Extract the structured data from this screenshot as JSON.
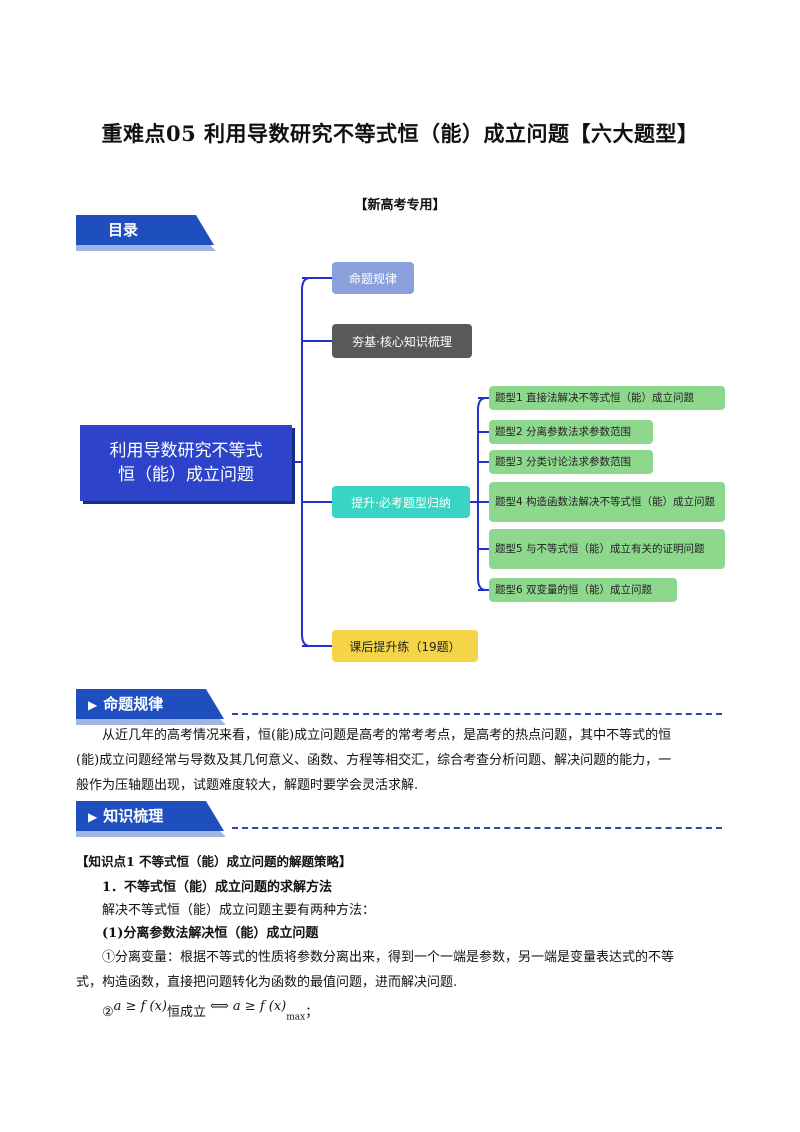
{
  "doc": {
    "title": "重难点05  利用导数研究不等式恒（能）成立问题【六大题型】",
    "subtitle": "【新高考专用】"
  },
  "toc": {
    "header": "目录",
    "root": "利用导数研究不等式恒（能）成立问题",
    "root_line1": "利用导数研究不等式",
    "root_line2": "恒（能）成立问题",
    "branches": [
      {
        "label": "命题规律",
        "color": "#8aa0dc"
      },
      {
        "label": "夯基·核心知识梳理",
        "color": "#595959"
      },
      {
        "label": "提升·必考题型归纳",
        "color": "#39d4c4"
      },
      {
        "label": "课后提升练（19题）",
        "color": "#f5d547"
      }
    ],
    "types": [
      "题型1 直接法解决不等式恒（能）成立问题",
      "题型2 分离参数法求参数范围",
      "题型3 分类讨论法求参数范围",
      "题型4 构造函数法解决不等式恒（能）成立问题",
      "题型5 与不等式恒（能）成立有关的证明问题",
      "题型6 双变量的恒（能）成立问题"
    ],
    "type_color": "#8ed88e",
    "line_color": "#2233c8"
  },
  "section1": {
    "header": "命题规律",
    "text1": "从近几年的高考情况来看，恒(能)成立问题是高考的常考考点，是高考的热点问题，其中不等式的恒",
    "text2": "(能)成立问题经常与导数及其几何意义、函数、方程等相交汇，综合考查分析问题、解决问题的能力，一",
    "text3": "般作为压轴题出现，试题难度较大，解题时要学会灵活求解."
  },
  "section2": {
    "header": "知识梳理",
    "kp_title": "【知识点1   不等式恒（能）成立问题的解题策略】",
    "h1": "1．不等式恒（能）成立问题的求解方法",
    "p1": "解决不等式恒（能）成立问题主要有两种方法：",
    "h2": "(1)分离参数法解决恒（能）成立问题",
    "p2a": "①分离变量：根据不等式的性质将参数分离出来，得到一个一端是参数，另一端是变量表达式的不等",
    "p2b": "式，构造函数，直接把问题转化为函数的最值问题，进而解决问题.",
    "p3_num": "②",
    "p3_lhs": "a ≥ f (x)",
    "p3_mid": "恒成立",
    "p3_arrow": "⟺",
    "p3_rhs": "a ≥ f (x)",
    "p3_sub": "max",
    "p3_end": "；"
  },
  "colors": {
    "header_blue": "#1f4fbf",
    "root_blue": "#2d43c9"
  }
}
